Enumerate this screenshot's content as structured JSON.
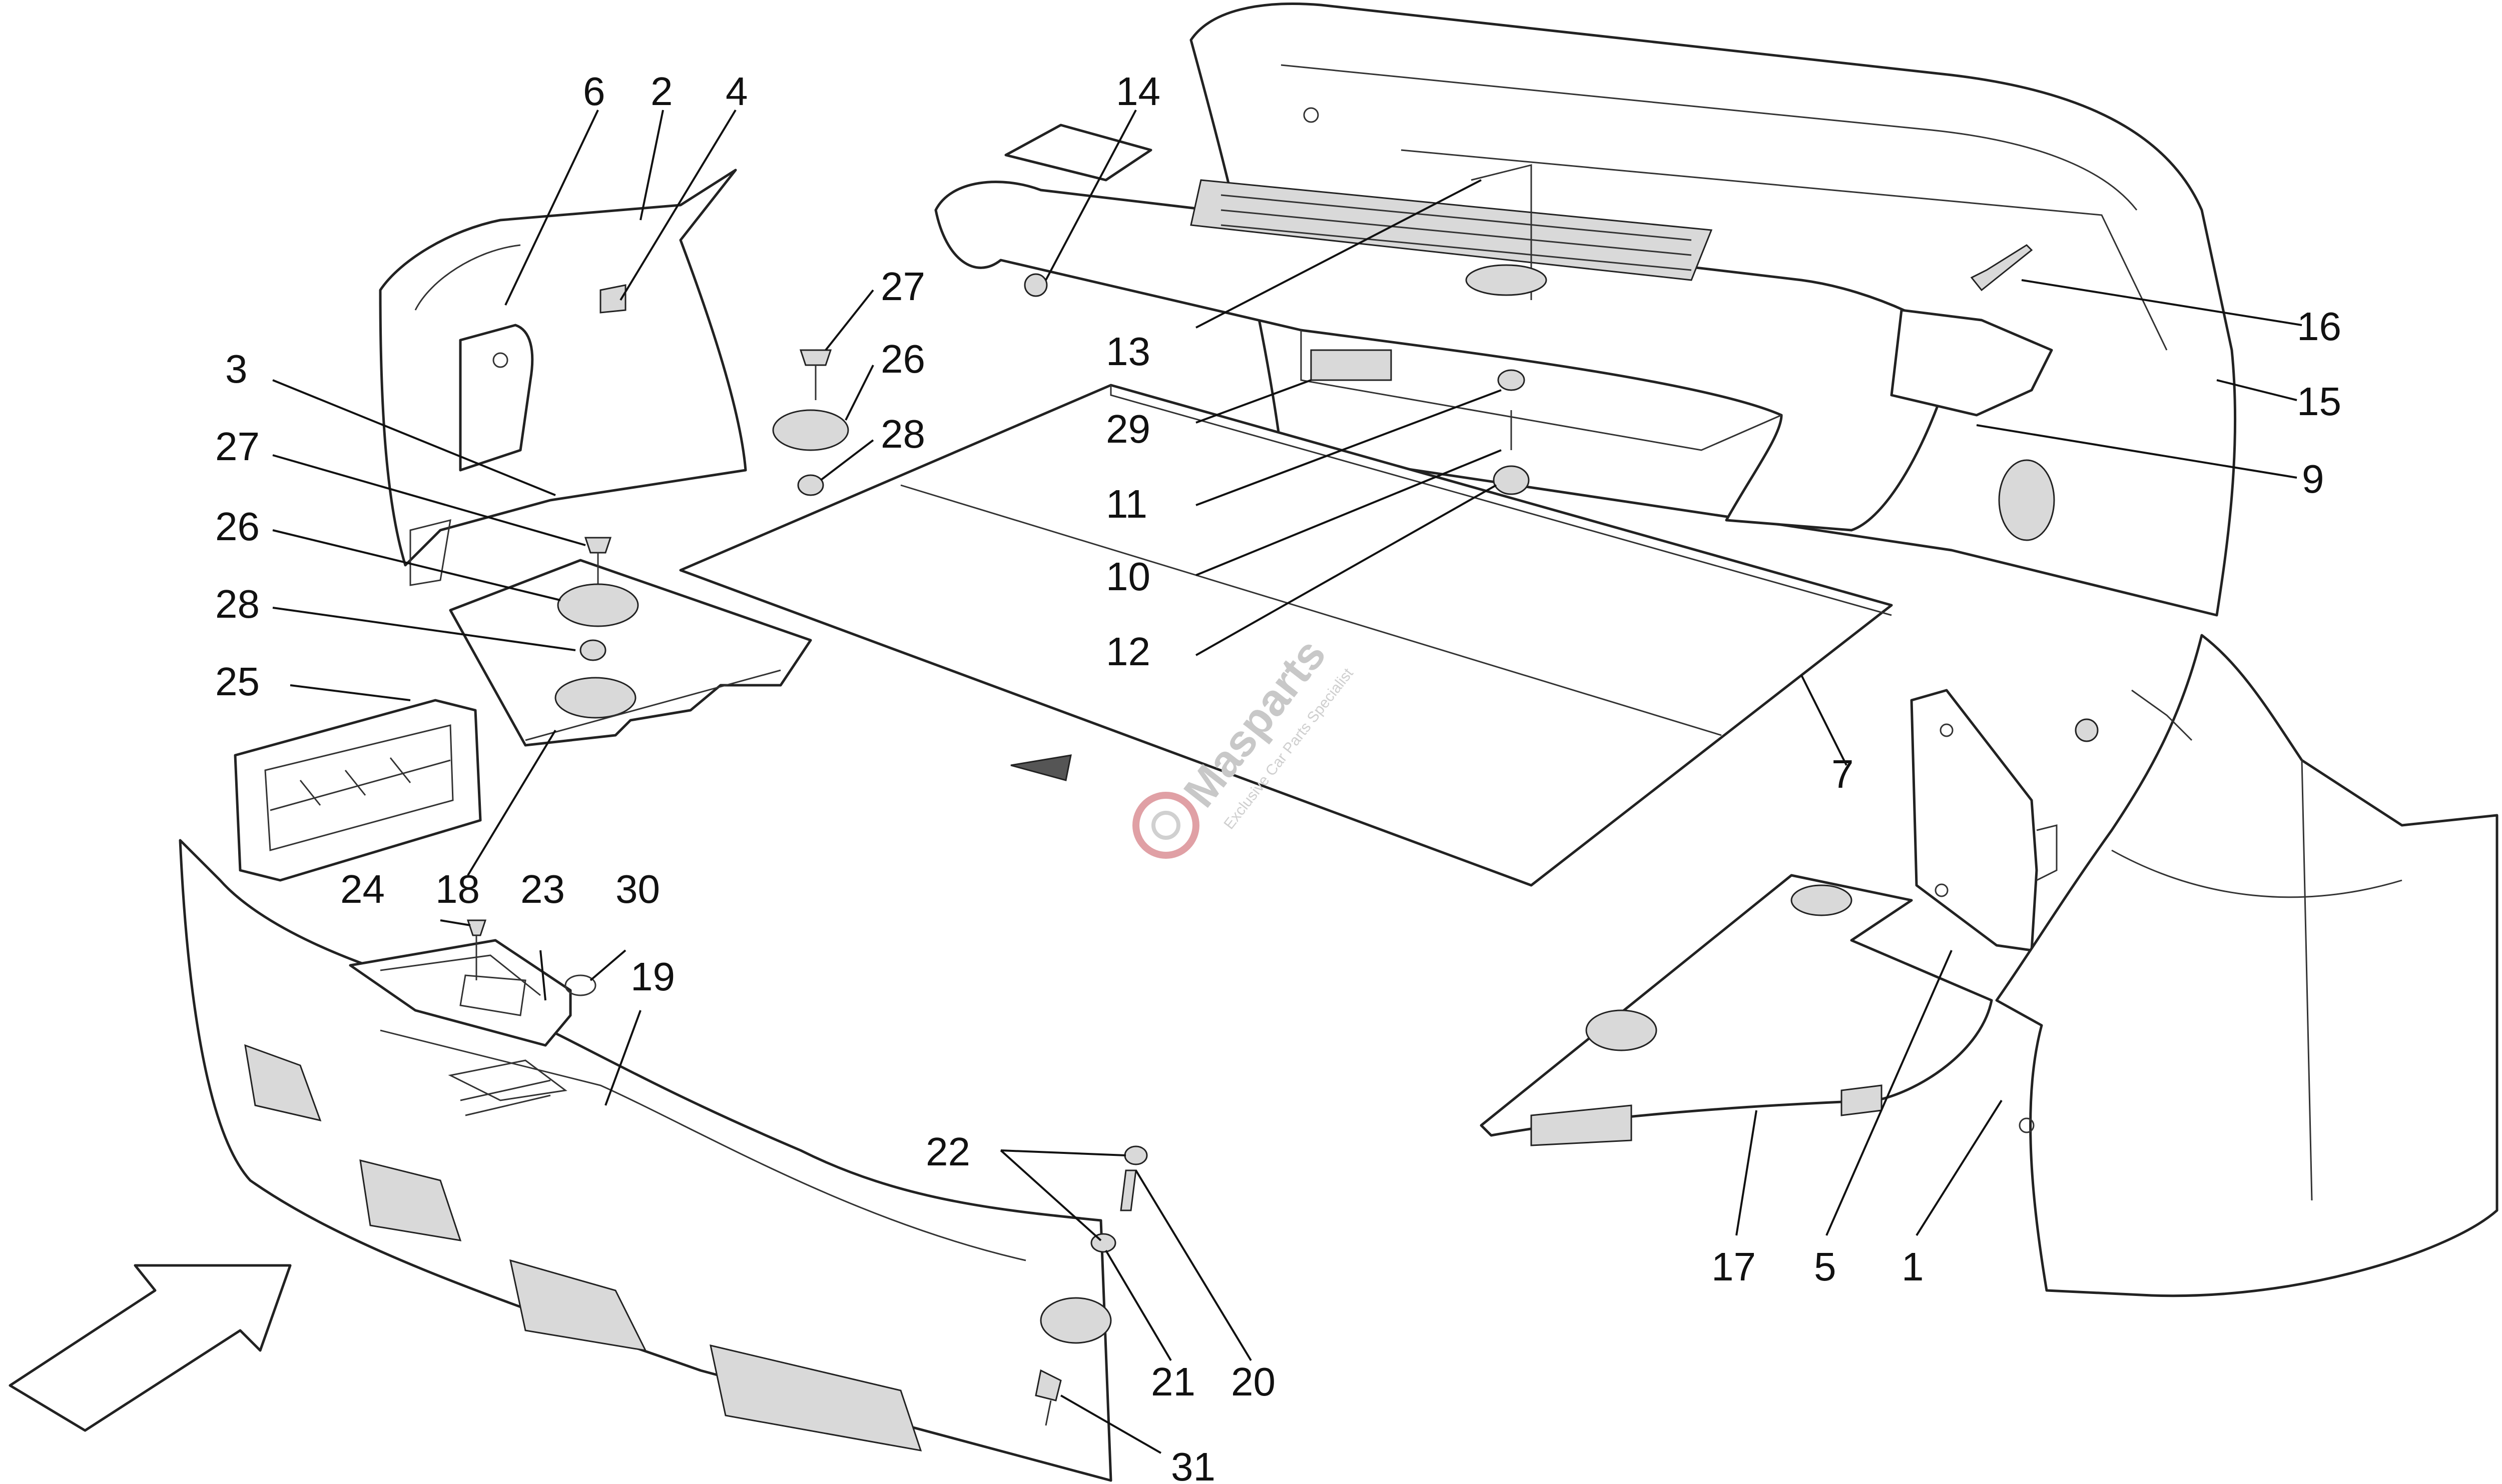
{
  "callouts": {
    "c1": "1",
    "c2": "2",
    "c3": "3",
    "c4": "4",
    "c5": "5",
    "c6": "6",
    "c7": "7",
    "c9": "9",
    "c10": "10",
    "c11": "11",
    "c12": "12",
    "c13": "13",
    "c14": "14",
    "c15": "15",
    "c16": "16",
    "c17": "17",
    "c18": "18",
    "c19": "19",
    "c20": "20",
    "c21": "21",
    "c22": "22",
    "c23": "23",
    "c24": "24",
    "c25": "25",
    "c26a": "26",
    "c26b": "26",
    "c27a": "27",
    "c27b": "27",
    "c28a": "28",
    "c28b": "28",
    "c29": "29",
    "c30": "30",
    "c31": "31"
  },
  "watermark": {
    "brand": "Masparts",
    "tagline": "Exclusive Car Parts Specialist",
    "accent_color": "#e0505a"
  },
  "colors": {
    "line": "#222222",
    "fill": "#ffffff",
    "shade": "#d9d9d9"
  }
}
